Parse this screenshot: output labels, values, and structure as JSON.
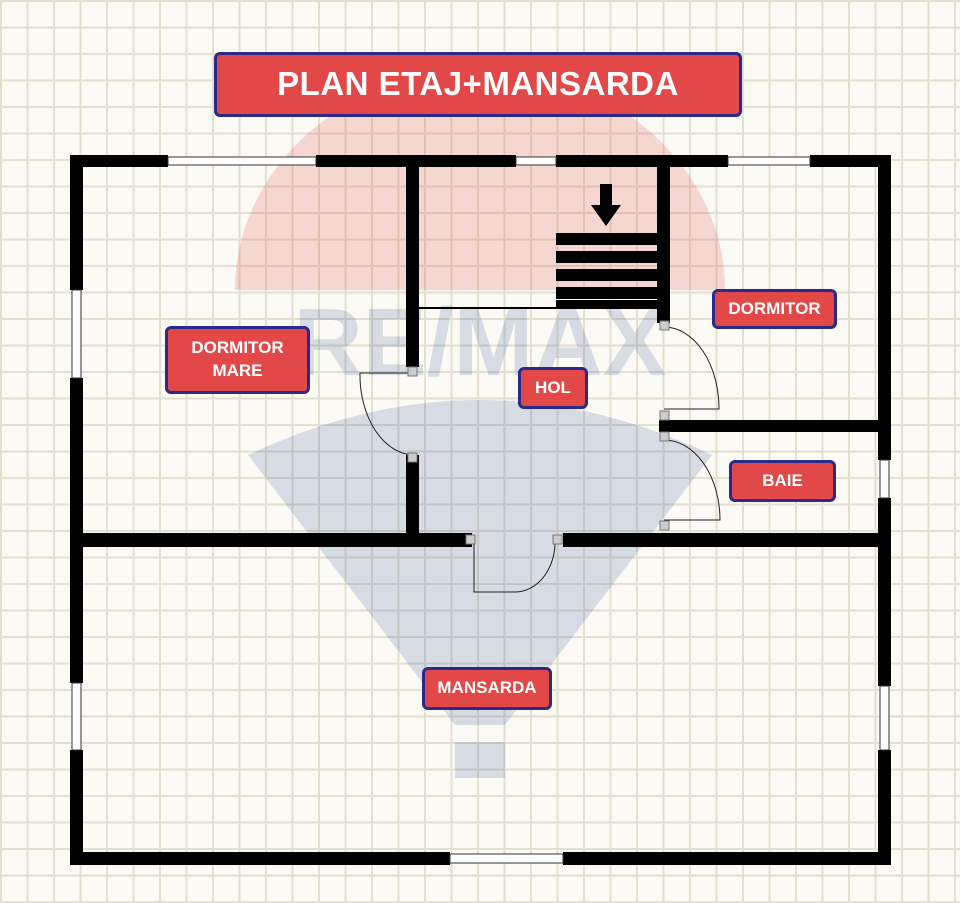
{
  "title": "PLAN ETAJ+MANSARDA",
  "watermark": {
    "text": "RE/MAX"
  },
  "rooms": {
    "dormitor_mare_line1": "DORMITOR",
    "dormitor_mare_line2": "MARE",
    "dormitor": "DORMITOR",
    "hol": "HOL",
    "baie": "BAIE",
    "mansarda": "MANSARDA"
  },
  "colors": {
    "label_fill": "#e24848",
    "label_border": "#2a2a8c",
    "wall": "#000000",
    "grid": "#e3e0cf",
    "background": "#fbfaf4"
  },
  "icons": [
    "stair-down-arrow-icon",
    "balloon-watermark-icon"
  ]
}
